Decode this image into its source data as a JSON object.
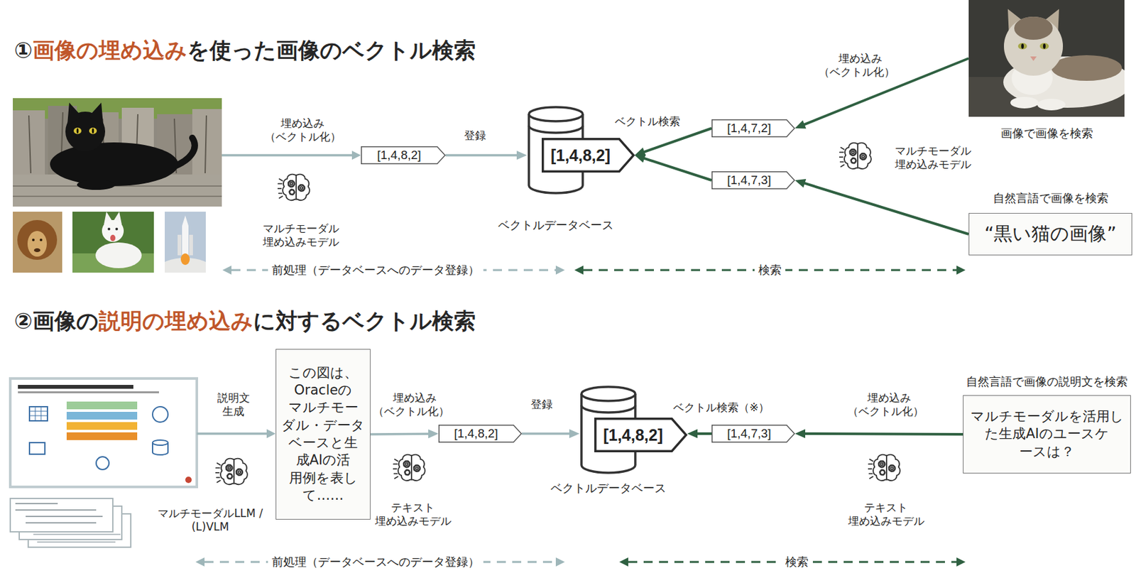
{
  "diagram": {
    "nodes": [
      {
        "text": [
          "[1,4,8,2]"
        ]
      },
      {
        "text": [
          "ベクトルデータベース"
        ]
      },
      {
        "text": [
          "[1,4,8,2]"
        ],
        "in": 1
      },
      {
        "text": [
          "[1,4,7,2]"
        ]
      },
      {
        "text": [
          "[1,4,7,3]"
        ]
      },
      {
        "text": [
          "画像で画像を検索"
        ]
      },
      {
        "text": [
          "自然言語で画像を検索",
          "“黒い猫の画像”"
        ]
      },
      {
        "text": [
          "この図は、 Oracleの マルチモー ダル・データ ベースと生 成AIの活 用例を表し て……"
        ]
      },
      {
        "text": [
          "[1,4,8,2]"
        ]
      },
      {
        "text": [
          "ベクトルデータベース"
        ]
      },
      {
        "text": [
          "[1,4,8,2]"
        ],
        "in": 9
      },
      {
        "text": [
          "[1,4,7,3]"
        ]
      },
      {
        "text": [
          "自然言語で画像の説明文を検索",
          "マルチモーダルを活用し た生成AIのユースケ ースは？"
        ]
      }
    ],
    "edges": [
      {
        "from": 0,
        "to": 1,
        "arrow": "to",
        "label": "登録"
      },
      {
        "from": 3,
        "to": 1,
        "arrow": "to",
        "label": "ベクトル検索"
      },
      {
        "from": 4,
        "to": 1,
        "arrow": "to"
      },
      {
        "from": 5,
        "to": 3,
        "arrow": "to",
        "label": "埋め込み （ベクトル化）"
      },
      {
        "from": 6,
        "to": 4,
        "arrow": "to"
      },
      {
        "from": 7,
        "to": 8,
        "arrow": "to",
        "label": "埋め込み （ベクトル化）"
      },
      {
        "from": 8,
        "to": 9,
        "arrow": "to",
        "label": "登録"
      },
      {
        "from": 11,
        "to": 9,
        "arrow": "to",
        "label": "ベクトル検索（※）"
      },
      {
        "from": 12,
        "to": 11,
        "arrow": "to",
        "label": "埋め込み （ベクトル化）"
      }
    ],
    "labels": [
      "①",
      "画像の埋め込み",
      "を使った画像のベクトル検索",
      "埋め込み （ベクトル化）",
      "マルチモーダル 埋め込みモデル",
      "マルチモーダル 埋め込みモデル",
      "前処理（データベースへのデータ登録）",
      "検索",
      "②画像の",
      "説明の埋め込み",
      "に対するベクトル検索",
      "説明文 生成",
      "マルチモーダルLLM / (L)VLM",
      "テキスト 埋め込みモデル",
      "テキスト 埋め込みモデル",
      "前処理（データベースへのデータ登録）",
      "検索"
    ]
  }
}
